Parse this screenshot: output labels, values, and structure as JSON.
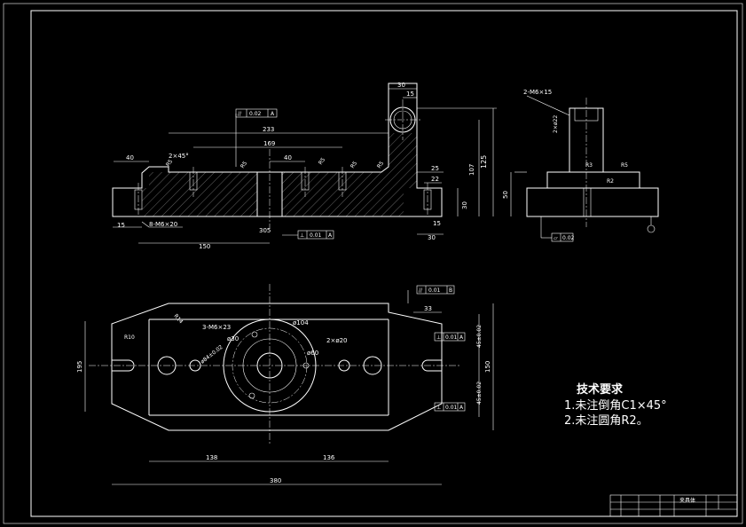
{
  "drawing": {
    "colors": {
      "background": "#000000",
      "linework": "#ffffff"
    },
    "front_view": {
      "dims": {
        "d30_top": "30",
        "d15_top": "15",
        "d233": "233",
        "d169": "169",
        "d40_left": "40",
        "d40_mid": "40",
        "d125": "125",
        "d107": "107",
        "d50": "50",
        "d25": "25",
        "d22": "22",
        "d30_right": "30",
        "d15_bottom_right": "15",
        "d30_bottom": "30",
        "d150": "150",
        "d15_left": "15",
        "d305": "305",
        "chamfer": "2×45°",
        "thread": "8-M6×20",
        "r_labels": [
          "R5",
          "R5",
          "R5",
          "R5",
          "R5"
        ]
      },
      "tolerances": {
        "parallel": {
          "symbol": "//",
          "value": "0.02",
          "datum": "A"
        },
        "flatness": {
          "symbol": "⊥",
          "value": "0.01",
          "datum": "A"
        }
      }
    },
    "side_view": {
      "dims": {
        "thread": "2-M6×15",
        "d50": "50",
        "hole": "2×ø22"
      },
      "tolerance": {
        "symbol": "⏥",
        "value": "0.02"
      }
    },
    "plan_view": {
      "dims": {
        "d33": "33",
        "d195": "195",
        "d150": "150",
        "d138": "138",
        "d136": "136",
        "d380": "380",
        "d104": "ø104",
        "d60": "ø60",
        "d20": "2×ø20",
        "d30": "ø30",
        "thread": "3-M6×23",
        "pcd": "ø84±0.02",
        "r14": "R14",
        "r10": "R10",
        "t45_top": "45±0.02",
        "t45_bot": "45±0.02"
      },
      "tolerances": [
        {
          "symbol": "//",
          "value": "0.01",
          "datum": "B"
        },
        {
          "symbol": "⊥",
          "value": "0.01",
          "datum": "A"
        },
        {
          "symbol": "⊥",
          "value": "0.01",
          "datum": "A"
        }
      ]
    },
    "technical_requirements": {
      "title": "技术要求",
      "items": [
        "1.未注倒角C1×45°",
        "2.未注圆角R2。"
      ]
    },
    "title_block": {
      "part_name": "夹具体"
    }
  }
}
